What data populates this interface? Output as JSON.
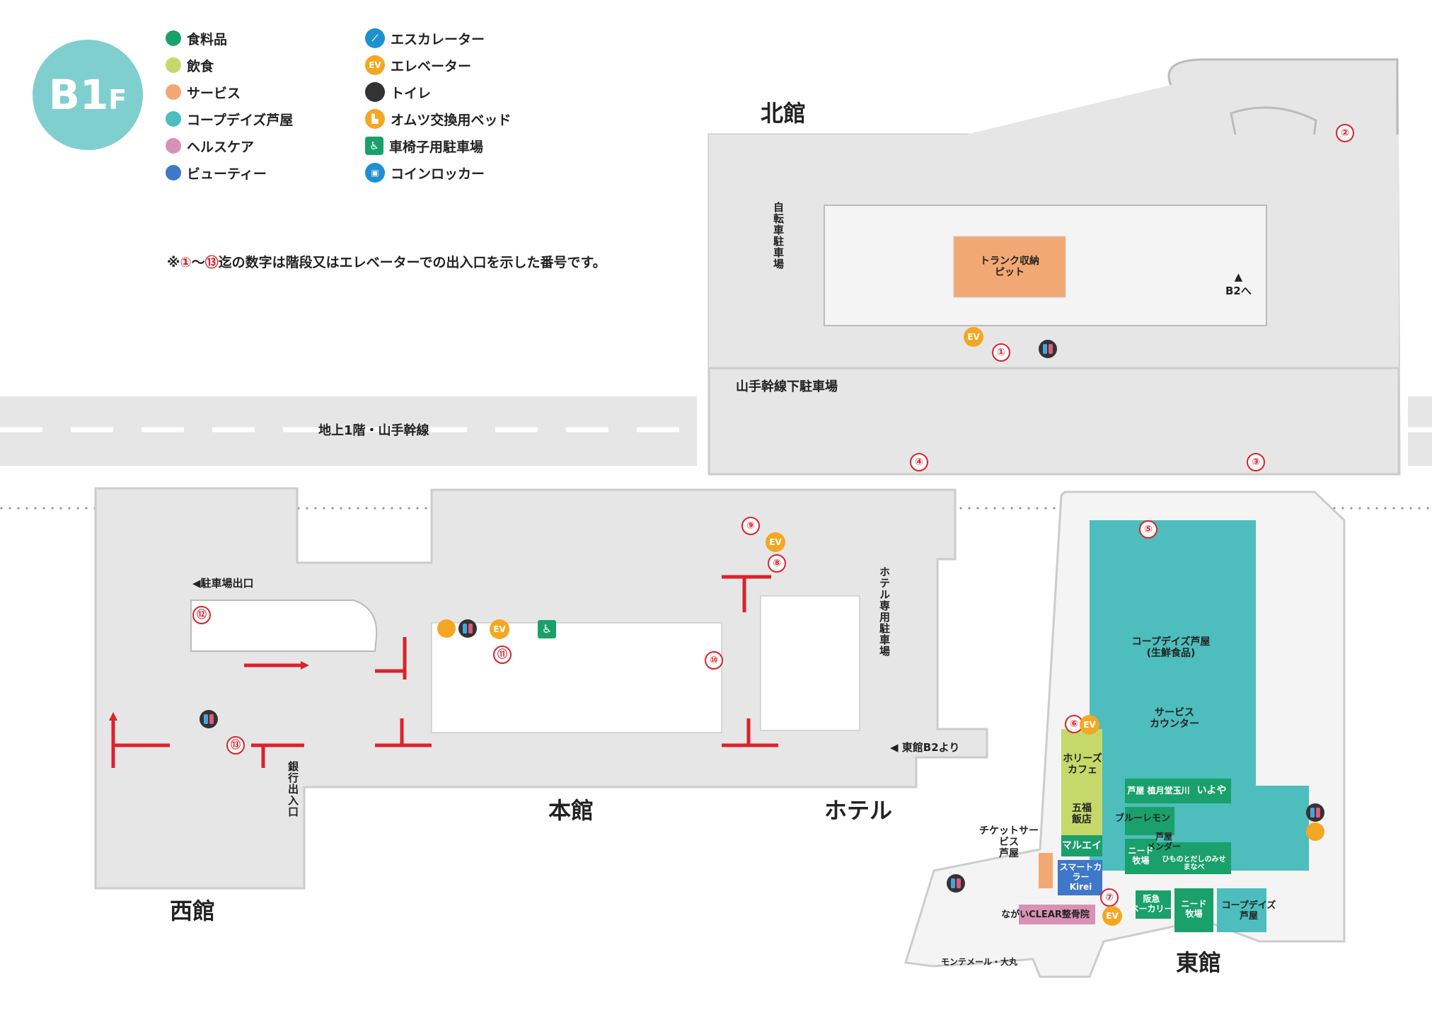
{
  "floor": {
    "main": "B1",
    "suffix": "F"
  },
  "legend": {
    "left": [
      {
        "label": "食料品",
        "color": "#1aa06b"
      },
      {
        "label": "飲食",
        "color": "#c5d96b"
      },
      {
        "label": "サービス",
        "color": "#f2a873"
      },
      {
        "label": "コープデイズ芦屋",
        "color": "#4dbdbd"
      },
      {
        "label": "ヘルスケア",
        "color": "#d891b4"
      },
      {
        "label": "ビューティー",
        "color": "#3f78c8"
      }
    ],
    "right": [
      {
        "label": "エスカレーター",
        "icon": "escalator-icon"
      },
      {
        "label": "エレベーター",
        "icon": "elevator-icon"
      },
      {
        "label": "トイレ",
        "icon": "toilet-icon"
      },
      {
        "label": "オムツ交換用ベッド",
        "icon": "diaper-bed-icon"
      },
      {
        "label": "車椅子用駐車場",
        "icon": "wheelchair-icon"
      },
      {
        "label": "コインロッカー",
        "icon": "coin-locker-icon"
      }
    ],
    "ev_text": "EV"
  },
  "note": {
    "prefix": "※",
    "n1": "①",
    "mid": "〜",
    "n13": "⑬",
    "suffix": "迄の数字は階段又はエレベーターでの出入口を示した番号です。"
  },
  "buildings": {
    "north": "北館",
    "main": "本館",
    "hotel": "ホテル",
    "west": "西館",
    "east": "東館"
  },
  "labels": {
    "bicycle_parking": "自転車駐車場",
    "trunk_storage": "トランク収納\nピット",
    "to_b2": "▲\nB2へ",
    "yamate_parking": "山手幹線下駐車場",
    "road": "地上1階・山手幹線",
    "parking_exit": "◀駐車場出口",
    "hotel_parking": "ホテル専用駐車場",
    "from_east_b2": "◀ 東館B2より",
    "bank_entrance": "銀行出入口",
    "montemer": "モンテメール・大丸",
    "ticket_service": "チケットサービス\n芦屋"
  },
  "shops": {
    "coop_main": "コープデイズ芦屋\n(生鮮食品)",
    "service_counter": "サービス\nカウンター",
    "holy_cafe": "ホリーズ\nカフェ",
    "gofuku": "五福\n飯店",
    "marueii": "マルエイ",
    "smart_color": "スマートカラー\nKirei",
    "nagai": "ながいCLEAR整骨院",
    "tsukigetsu": "芦屋 植月堂玉川",
    "iyoya": "いよや",
    "blue_lemon": "ブルーレモン",
    "ashiya_mender": "芦屋\nメンダー",
    "need_farm1": "ニード\n牧場",
    "himono": "ひものとだしのみせ\nまなべ",
    "hankyu_bakery": "阪急\nベーカリー",
    "need_farm2": "ニード\n牧場",
    "coop_small": "コープデイズ\n芦屋"
  },
  "exits": [
    "①",
    "②",
    "③",
    "④",
    "⑤",
    "⑥",
    "⑦",
    "⑧",
    "⑨",
    "⑩",
    "⑪",
    "⑫",
    "⑬"
  ]
}
